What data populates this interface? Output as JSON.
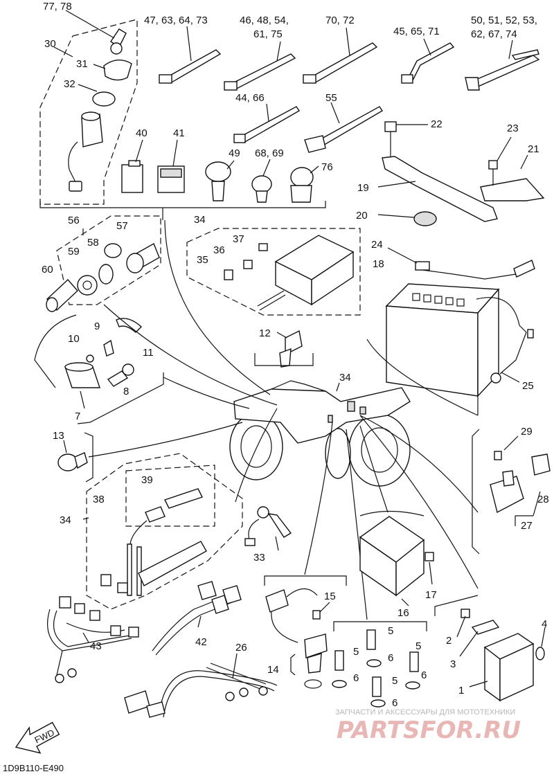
{
  "diagram": {
    "code": "1D9B110-E490",
    "fwd": "FWD",
    "watermark": {
      "subtitle": "ЗАПЧАСТИ И АКСЕССУАРЫ ДЛЯ МОТОТЕХНИКИ",
      "brand": "PARTSFOR.RU"
    },
    "labels": {
      "l7778": "77, 78",
      "l30": "30",
      "l31": "31",
      "l32": "32",
      "l47": "47, 63, 64, 73",
      "l46a": "46, 48, 54,",
      "l46b": "61, 75",
      "l70": "70, 72",
      "l45": "45, 65, 71",
      "l50a": "50, 51, 52, 53,",
      "l50b": "62, 67, 74",
      "l44": "44, 66",
      "l55": "55",
      "l22": "22",
      "l23": "23",
      "l21": "21",
      "l19": "19",
      "l20": "20",
      "l40": "40",
      "l41": "41",
      "l49": "49",
      "l6869": "68, 69",
      "l76": "76",
      "l56": "56",
      "l57": "57",
      "l58": "58",
      "l59": "59",
      "l60": "60",
      "l34a": "34",
      "l37": "37",
      "l36": "36",
      "l35": "35",
      "l24": "24",
      "l18": "18",
      "l9": "9",
      "l10": "10",
      "l11": "11",
      "l12": "12",
      "l8": "8",
      "l7": "7",
      "l34b": "34",
      "l25": "25",
      "l13": "13",
      "l29": "29",
      "l28": "28",
      "l27": "27",
      "l39": "39",
      "l38": "38",
      "l34c": "34",
      "l33": "33",
      "l17": "17",
      "l16": "16",
      "l15": "15",
      "l43": "43",
      "l42": "42",
      "l26": "26",
      "l14": "14",
      "l5a": "5",
      "l5b": "5",
      "l5c": "5",
      "l5d": "5",
      "l6a": "6",
      "l6b": "6",
      "l6c": "6",
      "l6d": "6",
      "l2": "2",
      "l3": "3",
      "l4": "4",
      "l1": "1"
    }
  }
}
